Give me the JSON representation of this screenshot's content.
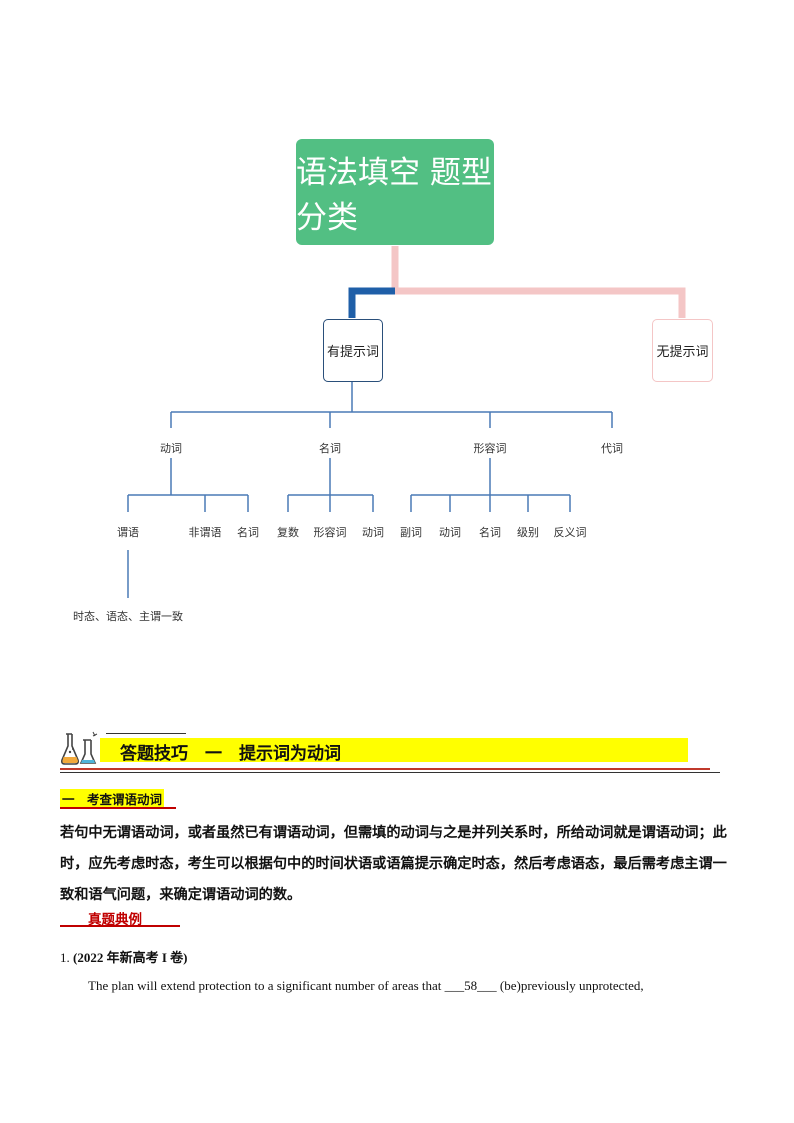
{
  "mindmap": {
    "root": "语法填空 题型分类",
    "branch_with_hint": "有提示词",
    "branch_no_hint": "无提示词",
    "categories": [
      "动词",
      "名词",
      "形容词",
      "代词"
    ],
    "verb_children": [
      "谓语",
      "非谓语",
      "名词"
    ],
    "noun_children": [
      "复数",
      "形容词",
      "动词"
    ],
    "adj_children": [
      "副词",
      "动词",
      "名词",
      "级别",
      "反义词"
    ],
    "predicate_detail": "时态、语态、主谓一致"
  },
  "banner": {
    "title": "答题技巧　一　提示词为动词"
  },
  "section": {
    "label": "一　考查谓语动词",
    "paragraph": "若句中无谓语动词，或者虽然已有谓语动词，但需填的动词与之是并列关系时，所给动词就是谓语动词；此时，应先考虑时态，考生可以根据句中的时间状语或语篇提示确定时态，然后考虑语态，最后需考虑主谓一致和语气问题，来确定谓语动词的数。"
  },
  "example": {
    "label": "真题典例",
    "number": "1.",
    "source": "(2022 年新高考 I 卷)",
    "sentence": "The plan will  extend protection to a significant number of areas that ___58___ (be)previously unprotected,"
  },
  "colors": {
    "root_green": "#52bf83",
    "blue_connector": "#1f5fa8",
    "pink_connector": "#f4c6c6",
    "banner_yellow": "#ffff00",
    "example_red": "#c00000"
  }
}
